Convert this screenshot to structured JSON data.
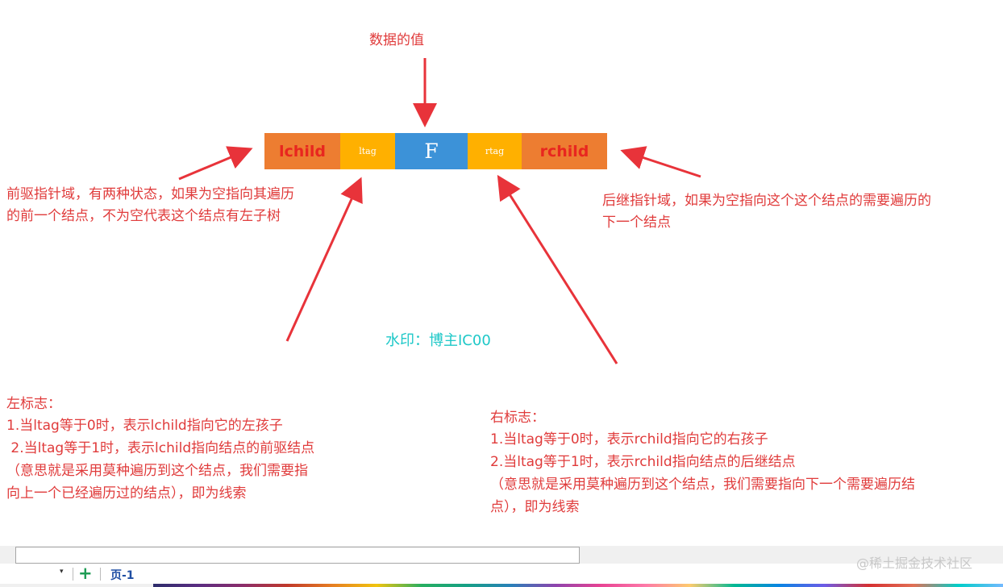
{
  "node": {
    "lchild": "lchild",
    "ltag": "ltag",
    "data": "F",
    "rtag": "rtag",
    "rchild": "rchild"
  },
  "annotations": {
    "data_value": "数据的值",
    "predecessor_line1": "前驱指针域，有两种状态，如果为空指向其遍历",
    "predecessor_line2": "的前一个结点，不为空代表这个结点有左子树",
    "successor_line1": "后继指针域，如果为空指向这个这个结点的需要遍历的",
    "successor_line2": "下一个结点",
    "watermark": "水印：博主IC00",
    "left_flag": {
      "title": "左标志：",
      "line1": "1.当ltag等于0时，表示lchild指向它的左孩子",
      "line2": " 2.当ltag等于1时，表示lchild指向结点的前驱结点",
      "line3": "（意思就是采用莫种遍历到这个结点，我们需要指",
      "line4": "向上一个已经遍历过的结点），即为线索"
    },
    "right_flag": {
      "title": "右标志：",
      "line1": "1.当ltag等于0时，表示rchild指向它的右孩子",
      "line2": "2.当ltag等于1时，表示rchild指向结点的后继结点",
      "line3": "（意思就是采用莫种遍历到这个结点，我们需要指向下一个需要遍历结",
      "line4": "点），即为线索"
    }
  },
  "bottom": {
    "page_tab": "页-1",
    "add_symbol": "+",
    "dropdown_symbol": "▾",
    "corner_watermark": "@稀土掘金技术社区"
  },
  "colors": {
    "arrow": "#e8333a",
    "text": "#e03b3b",
    "orange": "#ed7d31",
    "amber": "#ffb000",
    "blue": "#3c92d8"
  }
}
